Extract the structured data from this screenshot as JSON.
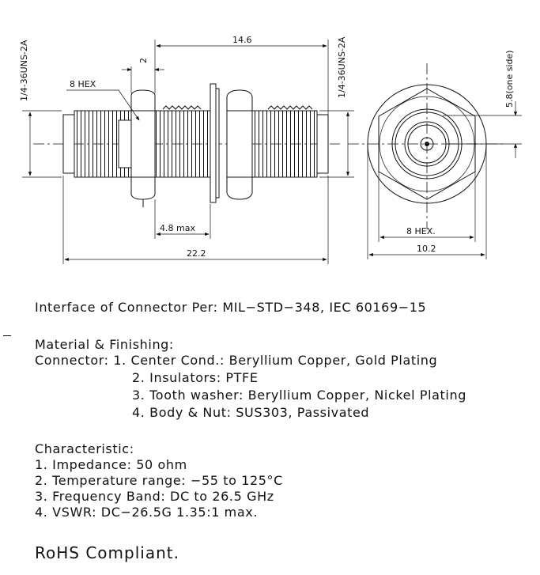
{
  "drawing": {
    "left_thread": "1/4-36UNS-2A",
    "hex_label": "8 HEX",
    "dim_2": "2",
    "dim_14_6": "14.6",
    "mid_thread": "1/4-36UNS-2A",
    "dim_4_8": "4.8 max",
    "dim_22_2": "22.2",
    "dim_5_8": "5.8(one side)",
    "hex_8": "8 HEX.",
    "dim_10_2": "10.2"
  },
  "specs": {
    "interface": "Interface of Connector Per: MIL−STD−348, IEC 60169−15",
    "material_title": "Material & Finishing:",
    "connector_1": "Connector: 1. Center Cond.: Beryllium Copper, Gold Plating",
    "connector_2": "2. Insulators: PTFE",
    "connector_3": "3. Tooth washer: Beryllium Copper, Nickel Plating",
    "connector_4": "4. Body & Nut: SUS303, Passivated",
    "char_title": "Characteristic:",
    "char_1": "1. Impedance: 50 ohm",
    "char_2": "2. Temperature range: −55 to 125°C",
    "char_3": "3. Frequency Band: DC to 26.5 GHz",
    "char_4": "4. VSWR: DC−26.5G 1.35:1 max.",
    "rohs": "RoHS Compliant."
  }
}
